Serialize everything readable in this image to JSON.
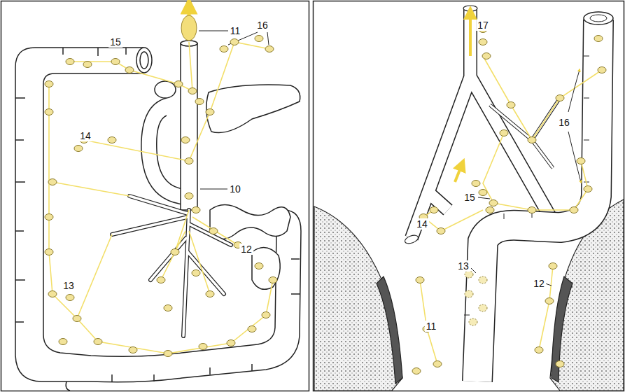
{
  "diagram": {
    "labels": [
      "15",
      "11",
      "16",
      "10",
      "14",
      "13",
      "12",
      "17",
      "16",
      "15",
      "14",
      "13",
      "12",
      "11"
    ]
  }
}
